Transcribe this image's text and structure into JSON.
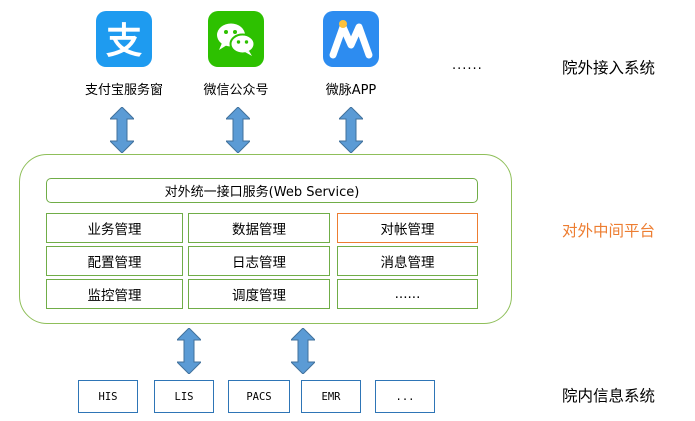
{
  "external": {
    "apps": [
      {
        "label": "支付宝服务窗",
        "icon": "alipay-icon",
        "color": "#1e9bf0"
      },
      {
        "label": "微信公众号",
        "icon": "wechat-icon",
        "color": "#2dc100"
      },
      {
        "label": "微脉APP",
        "icon": "weimai-icon",
        "color": "#2d8cf0"
      }
    ],
    "more": "......",
    "title": "院外接入系统"
  },
  "platform": {
    "title": "对外中间平台",
    "service": "对外统一接口服务(Web Service)",
    "modules": [
      [
        "业务管理",
        "数据管理",
        "对帐管理"
      ],
      [
        "配置管理",
        "日志管理",
        "消息管理"
      ],
      [
        "监控管理",
        "调度管理",
        "......"
      ]
    ],
    "highlight_color": "#ed7d31",
    "border_color": "#70ad47"
  },
  "internal": {
    "title": "院内信息系统",
    "systems": [
      "HIS",
      "LIS",
      "PACS",
      "EMR",
      "..."
    ],
    "border_color": "#2e75b6"
  },
  "arrow_color": "#5b9bd5"
}
